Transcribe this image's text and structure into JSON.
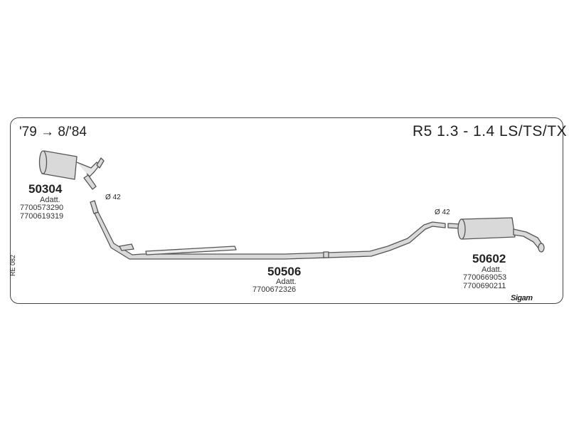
{
  "diagram": {
    "year_range": "'79 → 8/'84",
    "model": "R5 1.3 - 1.4 LS/TS/TX",
    "side_code": "RE 082",
    "brand": "Sigam",
    "parts": [
      {
        "number": "50304",
        "note": "Adatt.",
        "refs": [
          "7700573290",
          "7700619319"
        ],
        "diameter": "Ø 42"
      },
      {
        "number": "50506",
        "note": "Adatt.",
        "refs": [
          "7700672326"
        ]
      },
      {
        "number": "50602",
        "note": "Adatt.",
        "refs": [
          "7700669053",
          "7700690211"
        ],
        "diameter": "Ø 42"
      }
    ]
  }
}
